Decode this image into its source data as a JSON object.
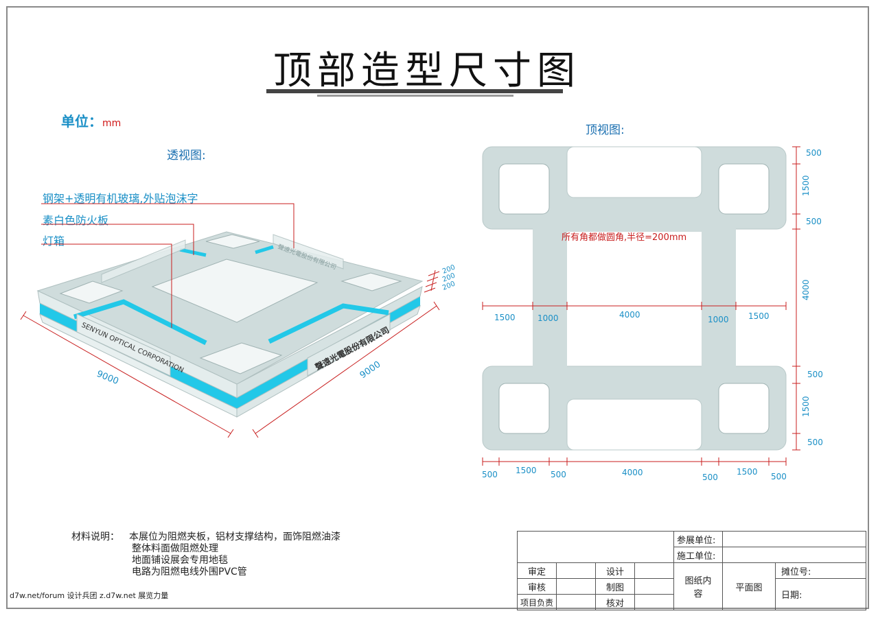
{
  "title": "顶部造型尺寸图",
  "unit_label": "单位：",
  "unit_value": "mm",
  "perspective_label": "透视图:",
  "top_view_label": "顶视图:",
  "callouts": [
    "钢架+透明有机玻璃,外贴泡沫字",
    "素白色防火板",
    "灯箱"
  ],
  "perspective": {
    "dim_left": "9000",
    "dim_right": "9000",
    "heights": [
      "200",
      "200",
      "200"
    ],
    "sign_left": "SENYUN OPTICAL CORPORATION",
    "sign_right": "聲遠光電股份有限公司",
    "back_sign": "聲遠光電股份有限公司"
  },
  "top_view": {
    "note": "所有角都做圆角,半径=200mm",
    "right_dims": [
      "500",
      "1500",
      "500",
      "4000",
      "500",
      "1500",
      "500"
    ],
    "mid_dims": [
      "1500",
      "1000",
      "4000",
      "1000",
      "1500"
    ],
    "bottom_dims": [
      "500",
      "1500",
      "500",
      "4000",
      "500",
      "1500",
      "500"
    ]
  },
  "materials": {
    "heading": "材料说明：",
    "lines": [
      "本展位为阻燃夹板，铝材支撑结构，面饰阻燃油漆",
      "整体料面做阻燃处理",
      "地面铺设展会专用地毯",
      "电路为阻燃电线外围PVC管"
    ]
  },
  "title_block": {
    "exhibitor": "参展单位:",
    "contractor": "施工单位:",
    "approve": "审定",
    "design": "设计",
    "review": "审核",
    "draw": "制图",
    "project_lead": "项目负责",
    "check": "核对",
    "drawing_content": "图纸内容",
    "plan": "平面图",
    "booth_no": "摊位号:",
    "date": "日期:"
  },
  "watermark": "d7w.net/forum 设计兵团 z.d7w.net 展览力量",
  "colors": {
    "panel": "#cfdcdc",
    "panel_edge": "#aebfbf",
    "lightbox": "#22c8e8",
    "dim_line": "#c81e1e",
    "dim_text": "#1a8fc6",
    "callout_line": "#c81e1e"
  }
}
